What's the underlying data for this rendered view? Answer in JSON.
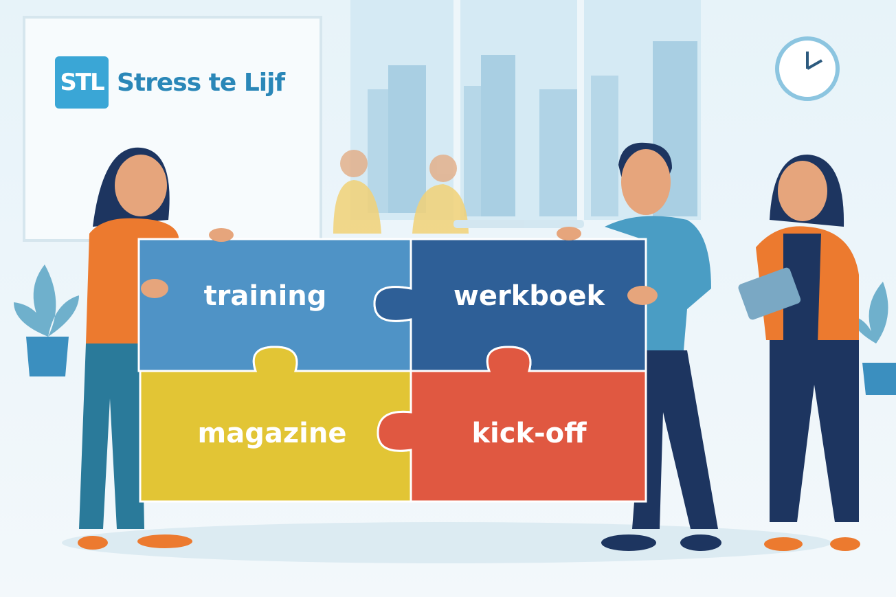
{
  "logo": {
    "mark": "STL",
    "name": "Stress te Lijf"
  },
  "puzzle": [
    {
      "label": "training",
      "color": "#4f93c6"
    },
    {
      "label": "werkboek",
      "color": "#2e5f97"
    },
    {
      "label": "magazine",
      "color": "#e2c535"
    },
    {
      "label": "kick-off",
      "color": "#e05841"
    }
  ]
}
